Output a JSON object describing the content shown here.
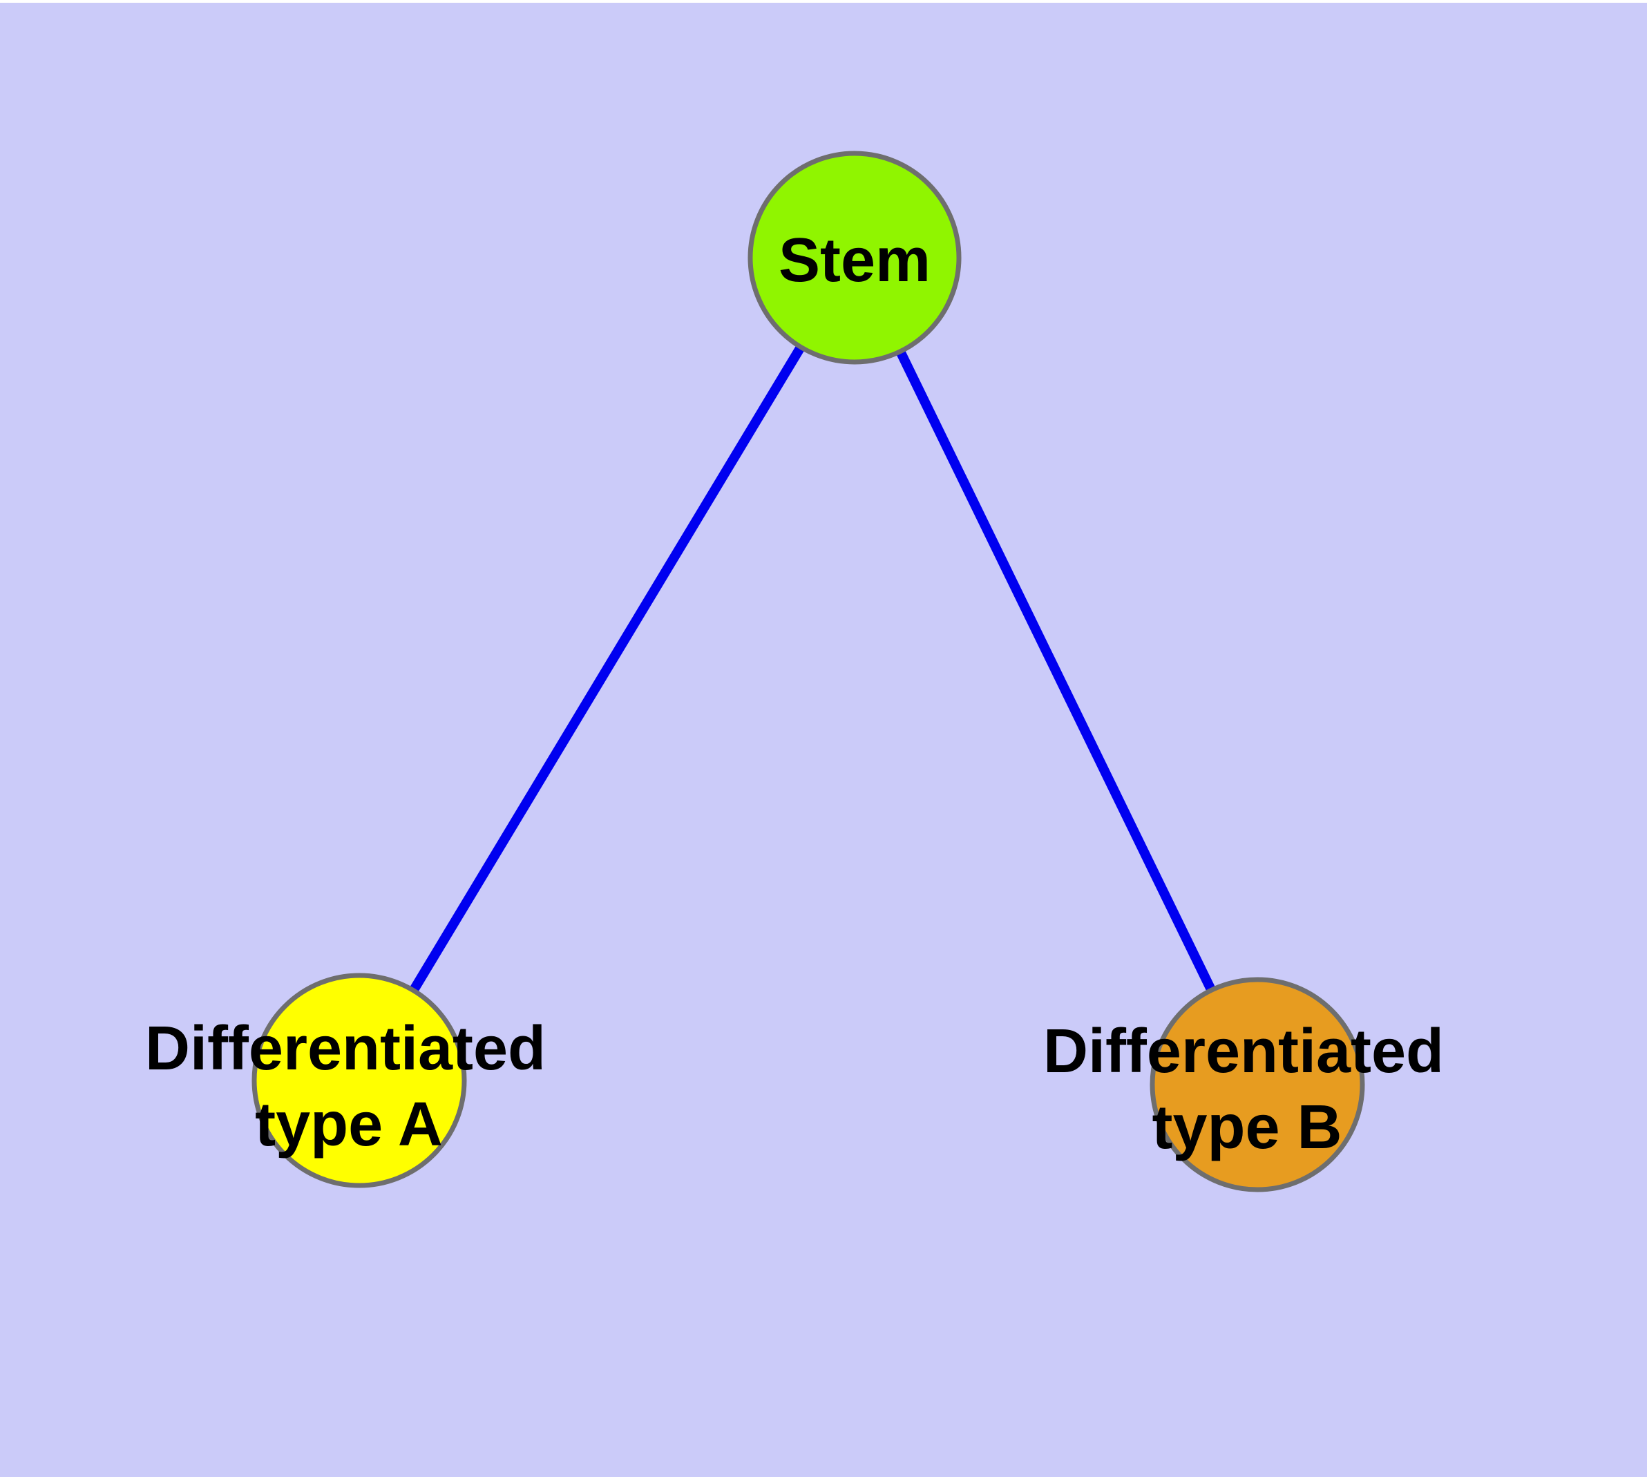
{
  "canvas": {
    "background": "#CBCBF9",
    "margin": "#FFFFFF"
  },
  "colors": {
    "edge": "#0000F0",
    "node_border": "#6E6E6E",
    "label": "#000000"
  },
  "graph": {
    "nodes": [
      {
        "id": "stem",
        "label_lines": [
          "Stem"
        ],
        "color": "#90F500"
      },
      {
        "id": "typeA",
        "label_lines": [
          "Differentiated",
          "type A"
        ],
        "color": "#FFFF00"
      },
      {
        "id": "typeB",
        "label_lines": [
          "Differentiated",
          "type B"
        ],
        "color": "#E79C20"
      }
    ],
    "edges": [
      {
        "from": "stem",
        "to": "typeA"
      },
      {
        "from": "stem",
        "to": "typeB"
      }
    ]
  }
}
